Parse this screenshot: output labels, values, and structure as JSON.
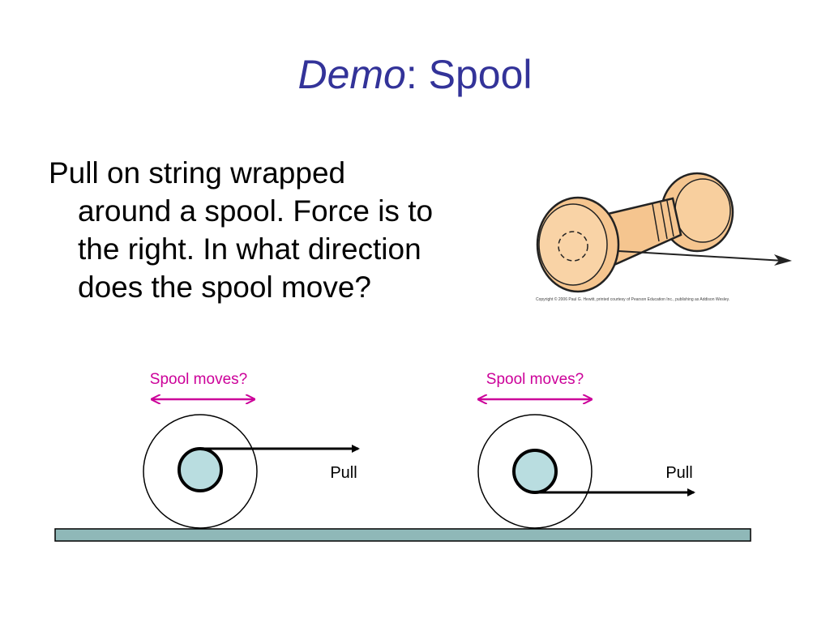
{
  "title": {
    "italic": "Demo",
    "rest": ": Spool"
  },
  "body": {
    "lines": [
      "Pull on string wrapped",
      "around a spool. Force is to",
      "the right. In what direction",
      "does the spool move?"
    ]
  },
  "photo": {
    "copyright": "Copyright © 2006 Paul G. Hewitt, printed courtesy of Pearson Education Inc., publishing as Addison Wesley."
  },
  "diagrams": [
    {
      "question": "Spool moves?",
      "pull_label": "Pull",
      "string_position": "top"
    },
    {
      "question": "Spool moves?",
      "pull_label": "Pull",
      "string_position": "bottom"
    }
  ],
  "colors": {
    "title": "#333399",
    "question": "#cc0099",
    "axle_fill": "#b9dde0",
    "ground_fill": "#8fb8b8",
    "spool_wood": "#f5c58f"
  }
}
